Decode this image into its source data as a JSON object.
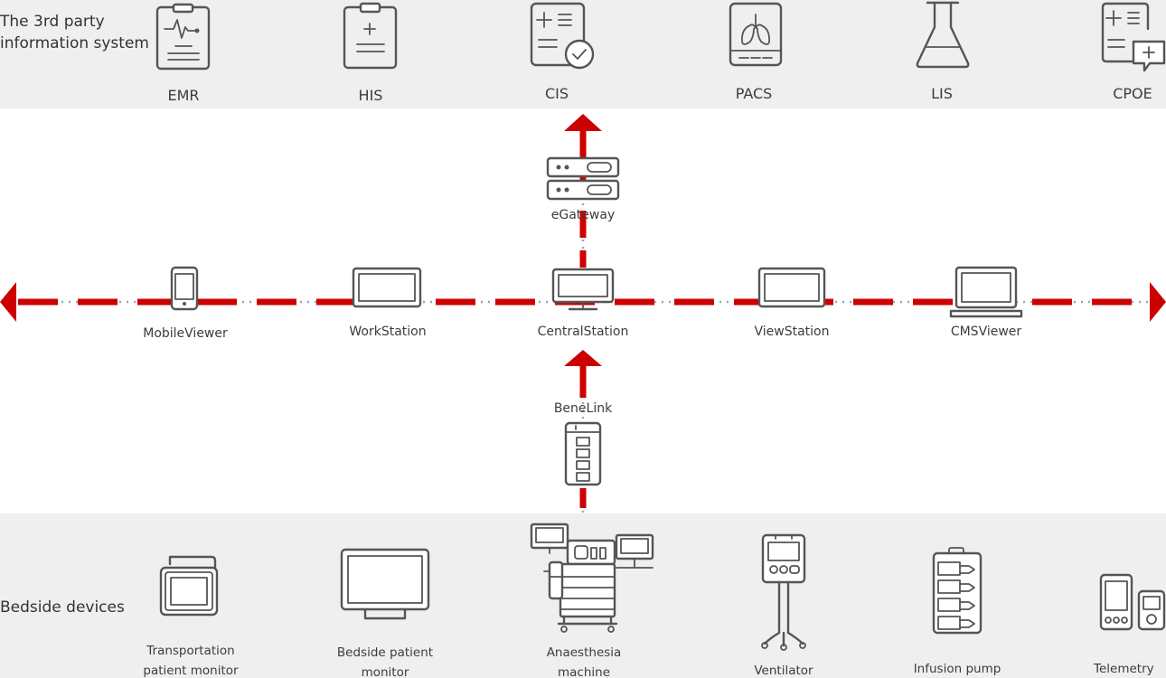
{
  "sections": {
    "top_label": [
      "The 3rd party",
      "information system"
    ],
    "bottom_label": "Bedside devices"
  },
  "info_systems": [
    "EMR",
    "HIS",
    "CIS",
    "PACS",
    "LIS",
    "CPOE"
  ],
  "network": {
    "gateway": "eGateway",
    "stations": [
      "MobileViewer",
      "WorkStation",
      "CentralStation",
      "ViewStation",
      "CMSViewer"
    ],
    "hub": "BeneLink"
  },
  "bedside_devices": [
    [
      "Transportation",
      "patient monitor"
    ],
    [
      "Bedside patient",
      "monitor"
    ],
    [
      "Anaesthesia",
      "machine"
    ],
    [
      "Ventilator"
    ],
    [
      "Infusion pump"
    ],
    [
      "Telemetry"
    ]
  ],
  "colors": {
    "link": "#cc0000",
    "band": "#efefef",
    "icon": "#555555",
    "dots": "#9aa7b5"
  },
  "icons": {
    "info_systems": [
      "ecg-clipboard-icon",
      "medical-clipboard-icon",
      "document-check-icon",
      "lungs-tablet-icon",
      "lab-flask-icon",
      "order-chat-icon"
    ],
    "network": [
      "server-icon",
      "phone-icon",
      "monitor-icon",
      "desktop-icon",
      "display-icon",
      "laptop-icon",
      "switch-icon"
    ],
    "bedside_devices": [
      "transport-monitor-icon",
      "bedside-monitor-icon",
      "anaesthesia-machine-icon",
      "ventilator-icon",
      "infusion-pump-icon",
      "telemetry-icon"
    ]
  }
}
